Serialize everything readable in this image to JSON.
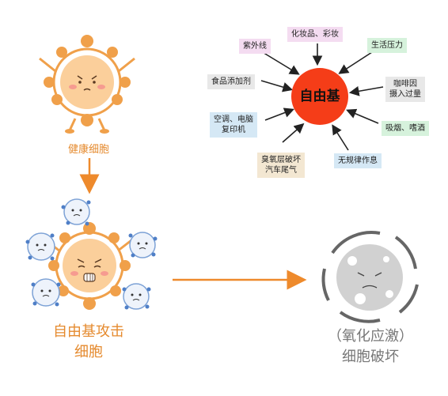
{
  "healthy_cell": {
    "label": "健康细胞"
  },
  "attack": {
    "label_line1": "自由基攻击",
    "label_line2": "细胞"
  },
  "result": {
    "label_line1": "（氧化应激）",
    "label_line2": "细胞破坏"
  },
  "free_radical": {
    "label": "自由基",
    "color": "#f53d18"
  },
  "sources": [
    {
      "label": "紫外线",
      "color": "#f4dcf1"
    },
    {
      "label": "化妆品、彩妆",
      "color": "#f4dcf1"
    },
    {
      "label": "生活压力",
      "color": "#d6f2dc"
    },
    {
      "label": "食品添加剂",
      "color": "#e8e8e8"
    },
    {
      "label": "咖啡因\n摄入过量",
      "color": "#e8e8e8"
    },
    {
      "label": "空调、电脑\n复印机",
      "color": "#d5e8f5"
    },
    {
      "label": "吸烟、嗜酒",
      "color": "#d6f2dc"
    },
    {
      "label": "臭氧层破坏\n汽车尾气",
      "color": "#f3e7d2"
    },
    {
      "label": "无规律作息",
      "color": "#d5e8f5"
    }
  ],
  "colors": {
    "orange": "#f0a04a",
    "cell_fill": "#fbcf9b",
    "arrow": "#ee8a2c",
    "grey": "#9a9a9a"
  }
}
